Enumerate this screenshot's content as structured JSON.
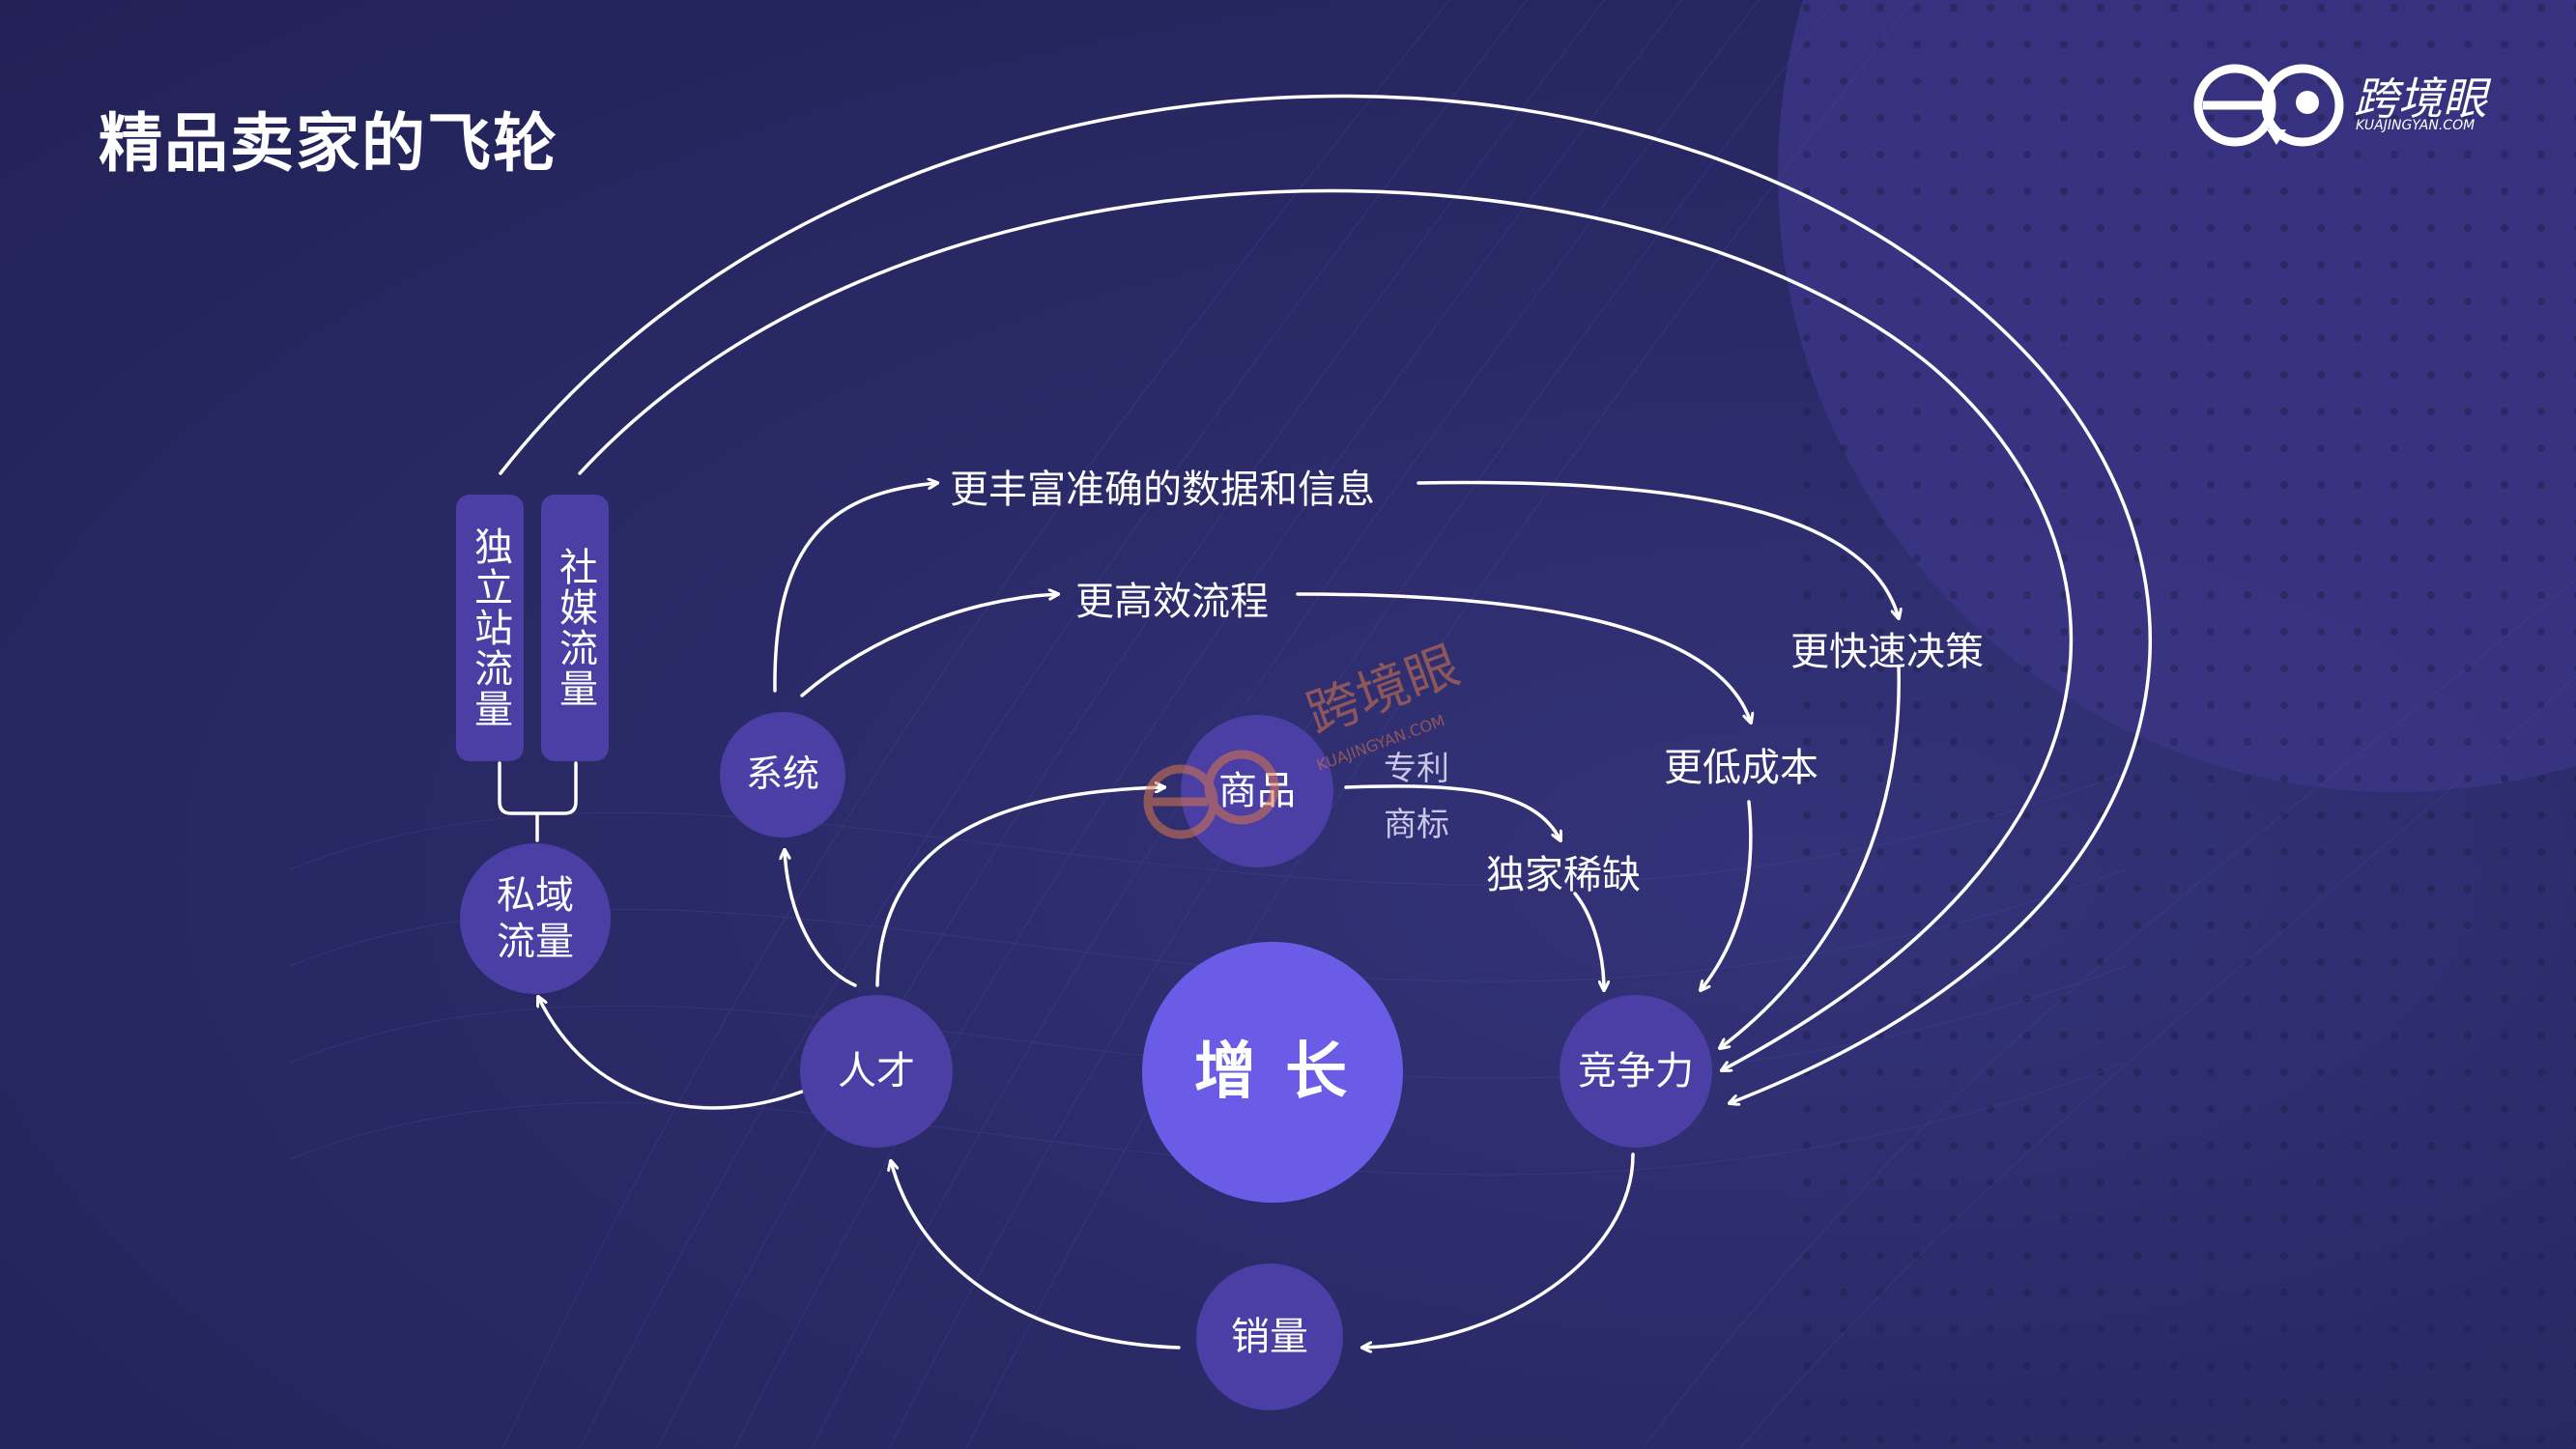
{
  "title": "精品卖家的飞轮",
  "logo": {
    "text_cn": "跨境眼",
    "text_en": "KUAJINGYAN.COM"
  },
  "watermark": {
    "text_cn": "跨境眼",
    "text_en": "KUAJINGYAN.COM"
  },
  "nodes": {
    "growth": "增 长",
    "talent": "人才",
    "system": "系统",
    "product": "商品",
    "competitiveness": "竞争力",
    "sales": "销量",
    "private_traffic": "私域流量",
    "standalone_traffic": "独立站流量",
    "social_traffic": "社媒流量"
  },
  "labels": {
    "richer_data": "更丰富准确的数据和信息",
    "efficient_process": "更高效流程",
    "faster_decision": "更快速决策",
    "lower_cost": "更低成本",
    "exclusive": "独家稀缺",
    "patent": "专利",
    "trademark": "商标"
  },
  "colors": {
    "background": "#2a2a68",
    "node_fill": "#4b3fa6",
    "center_fill": "#6b5ce7",
    "arrow": "#ffffff",
    "watermark": "#d9774a"
  },
  "icons": {
    "logo_mark": "eye-logo-icon",
    "watermark_mark": "eye-logo-icon"
  }
}
